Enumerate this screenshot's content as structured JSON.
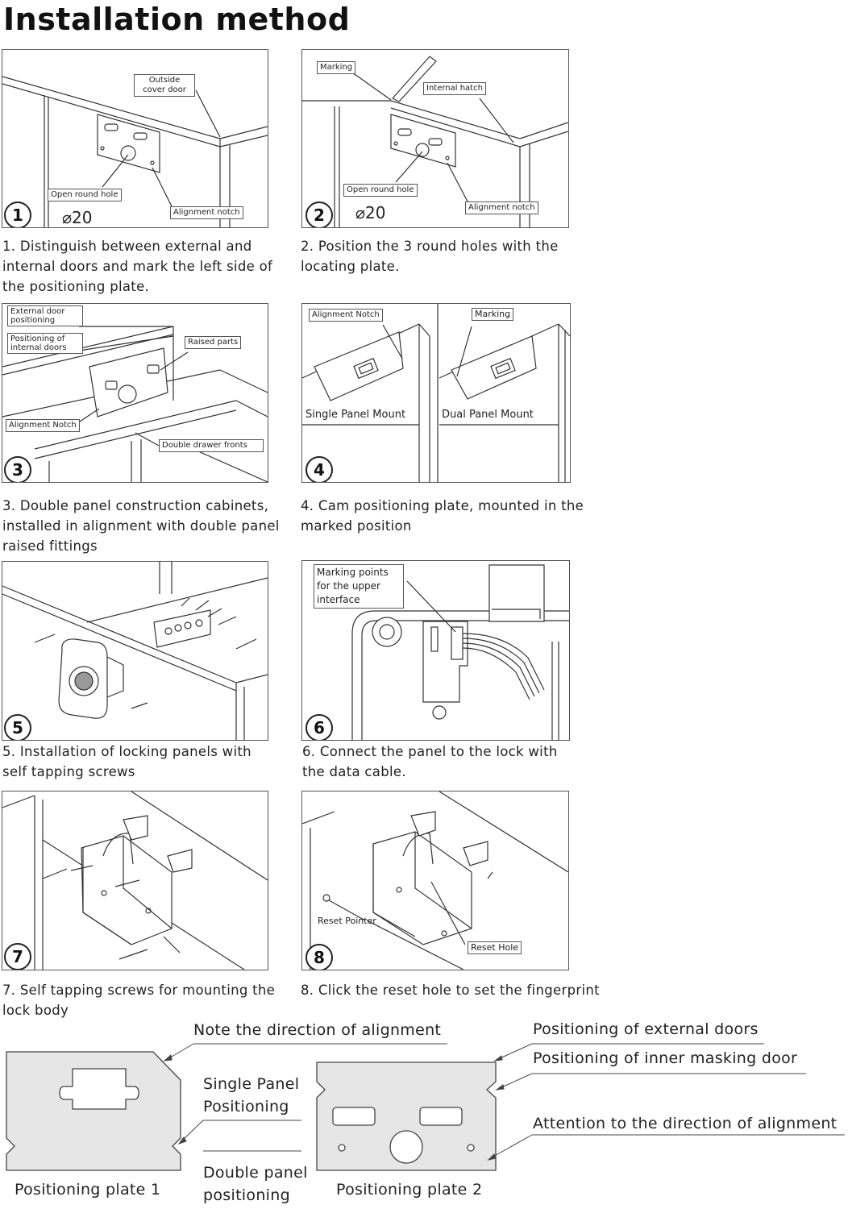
{
  "title": "Installation method",
  "steps": [
    {
      "number": "1",
      "caption": "1. Distinguish between external and internal doors and mark the left side of the positioning plate.",
      "callouts": [
        "Outside cover door",
        "Open round hole",
        "Alignment notch"
      ],
      "diameter": "⌀20"
    },
    {
      "number": "2",
      "caption": "2. Position the 3 round holes with the locating plate.",
      "callouts": [
        "Marking",
        "Internal hatch",
        "Open round hole",
        "Alignment notch"
      ],
      "diameter": "⌀20"
    },
    {
      "number": "3",
      "caption": "3. Double panel construction cabinets, installed in alignment with double panel raised fittings",
      "callouts": [
        "External door positioning",
        "Positioning of internal doors",
        "Raised parts",
        "Alignment Notch",
        "Double drawer fronts"
      ]
    },
    {
      "number": "4",
      "caption": "4. Cam positioning plate, mounted in the marked position",
      "callouts": [
        "Alignment Notch",
        "Marking",
        "Single Panel Mount",
        "Dual Panel Mount"
      ]
    },
    {
      "number": "5",
      "caption": "5. Installation of locking panels with self tapping screws",
      "callouts": []
    },
    {
      "number": "6",
      "caption": "6. Connect the panel to the lock with the data cable.",
      "callouts": [
        "Marking points for the upper interface"
      ]
    },
    {
      "number": "7",
      "caption": "7. Self tapping screws for mounting the lock body",
      "callouts": []
    },
    {
      "number": "8",
      "caption": "8. Click the reset hole to set the fingerprint",
      "callouts": [
        "Reset Pointer",
        "Reset Hole"
      ]
    }
  ],
  "bottom": {
    "note_left": "Note the direction of alignment",
    "single_panel": "Single Panel Positioning",
    "double_panel": "Double panel positioning",
    "plate1": "Positioning plate 1",
    "plate2": "Positioning plate 2",
    "external": "Positioning of external doors",
    "inner": "Positioning of inner masking door",
    "attention": "Attention to the direction of alignment"
  },
  "colors": {
    "line": "#333333",
    "plate_fill": "#e6e6e6",
    "border": "#555555"
  }
}
